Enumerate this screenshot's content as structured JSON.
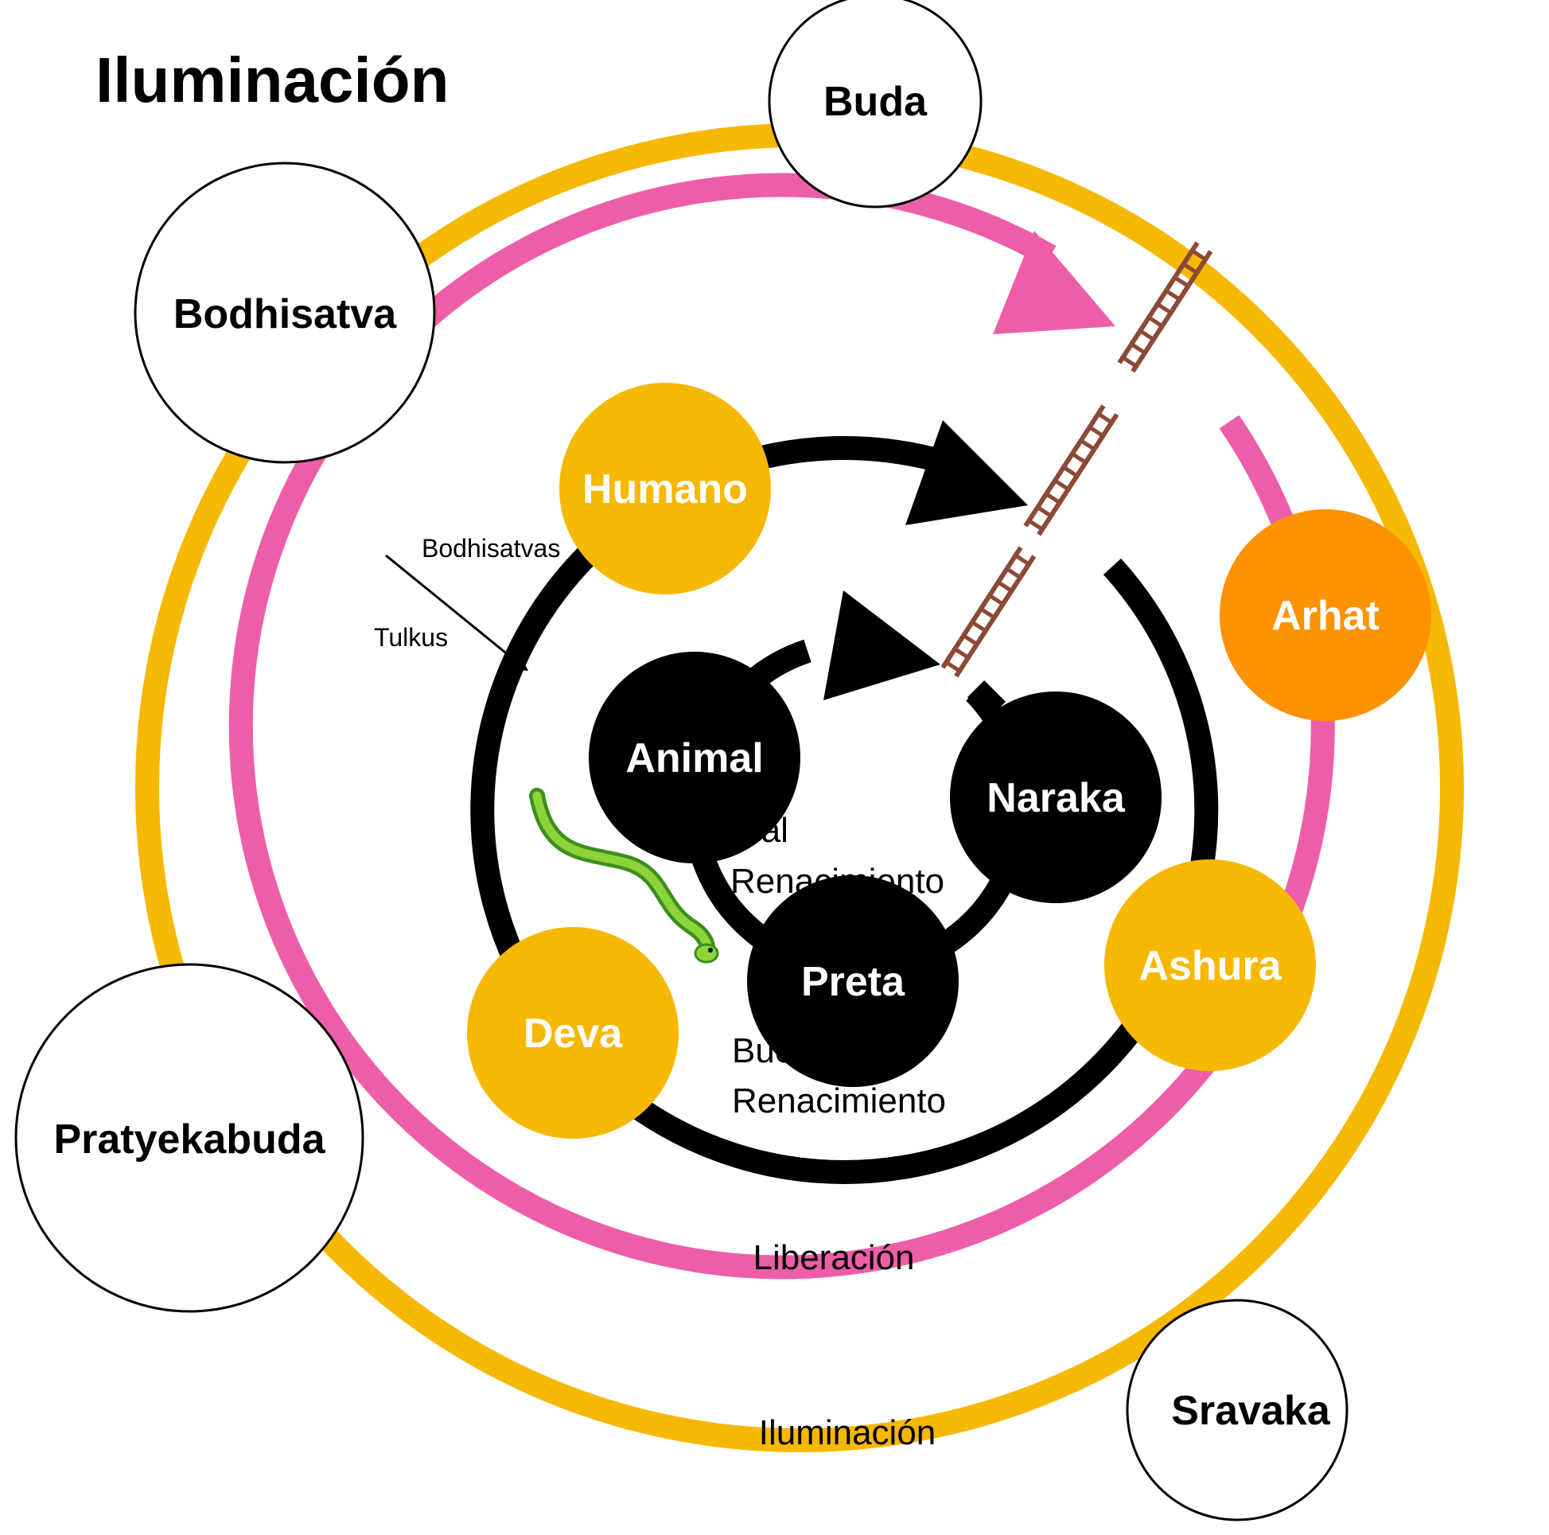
{
  "title": "Iluminación",
  "colors": {
    "yellow": "#F6B800",
    "orange": "#FF9200",
    "pink": "#EE5EA8",
    "black": "#000000",
    "white": "#ffffff",
    "ladder": "#8B4A36"
  },
  "outer_nodes": {
    "buda": "Buda",
    "bodhisatva": "Bodhisatva",
    "pratyekabuda": "Pratyekabuda",
    "sravaka": "Sravaka"
  },
  "yellow_nodes": {
    "humano": "Humano",
    "deva": "Deva",
    "ashura": "Ashura"
  },
  "orange_nodes": {
    "arhat": "Arhat"
  },
  "black_nodes": {
    "animal": "Animal",
    "naraka": "Naraka",
    "preta": "Preta"
  },
  "labels": {
    "bodhisatvas": "Bodhisatvas",
    "tulkus": "Tulkus",
    "mal_line1": "Mal",
    "mal_line2": "Renacimiento",
    "buen_line1": "Buen",
    "buen_line2": "Renacimiento",
    "liberacion": "Liberación",
    "iluminacion_bottom": "Iluminación"
  },
  "icons": [
    "ladder-icon",
    "snake-icon"
  ]
}
